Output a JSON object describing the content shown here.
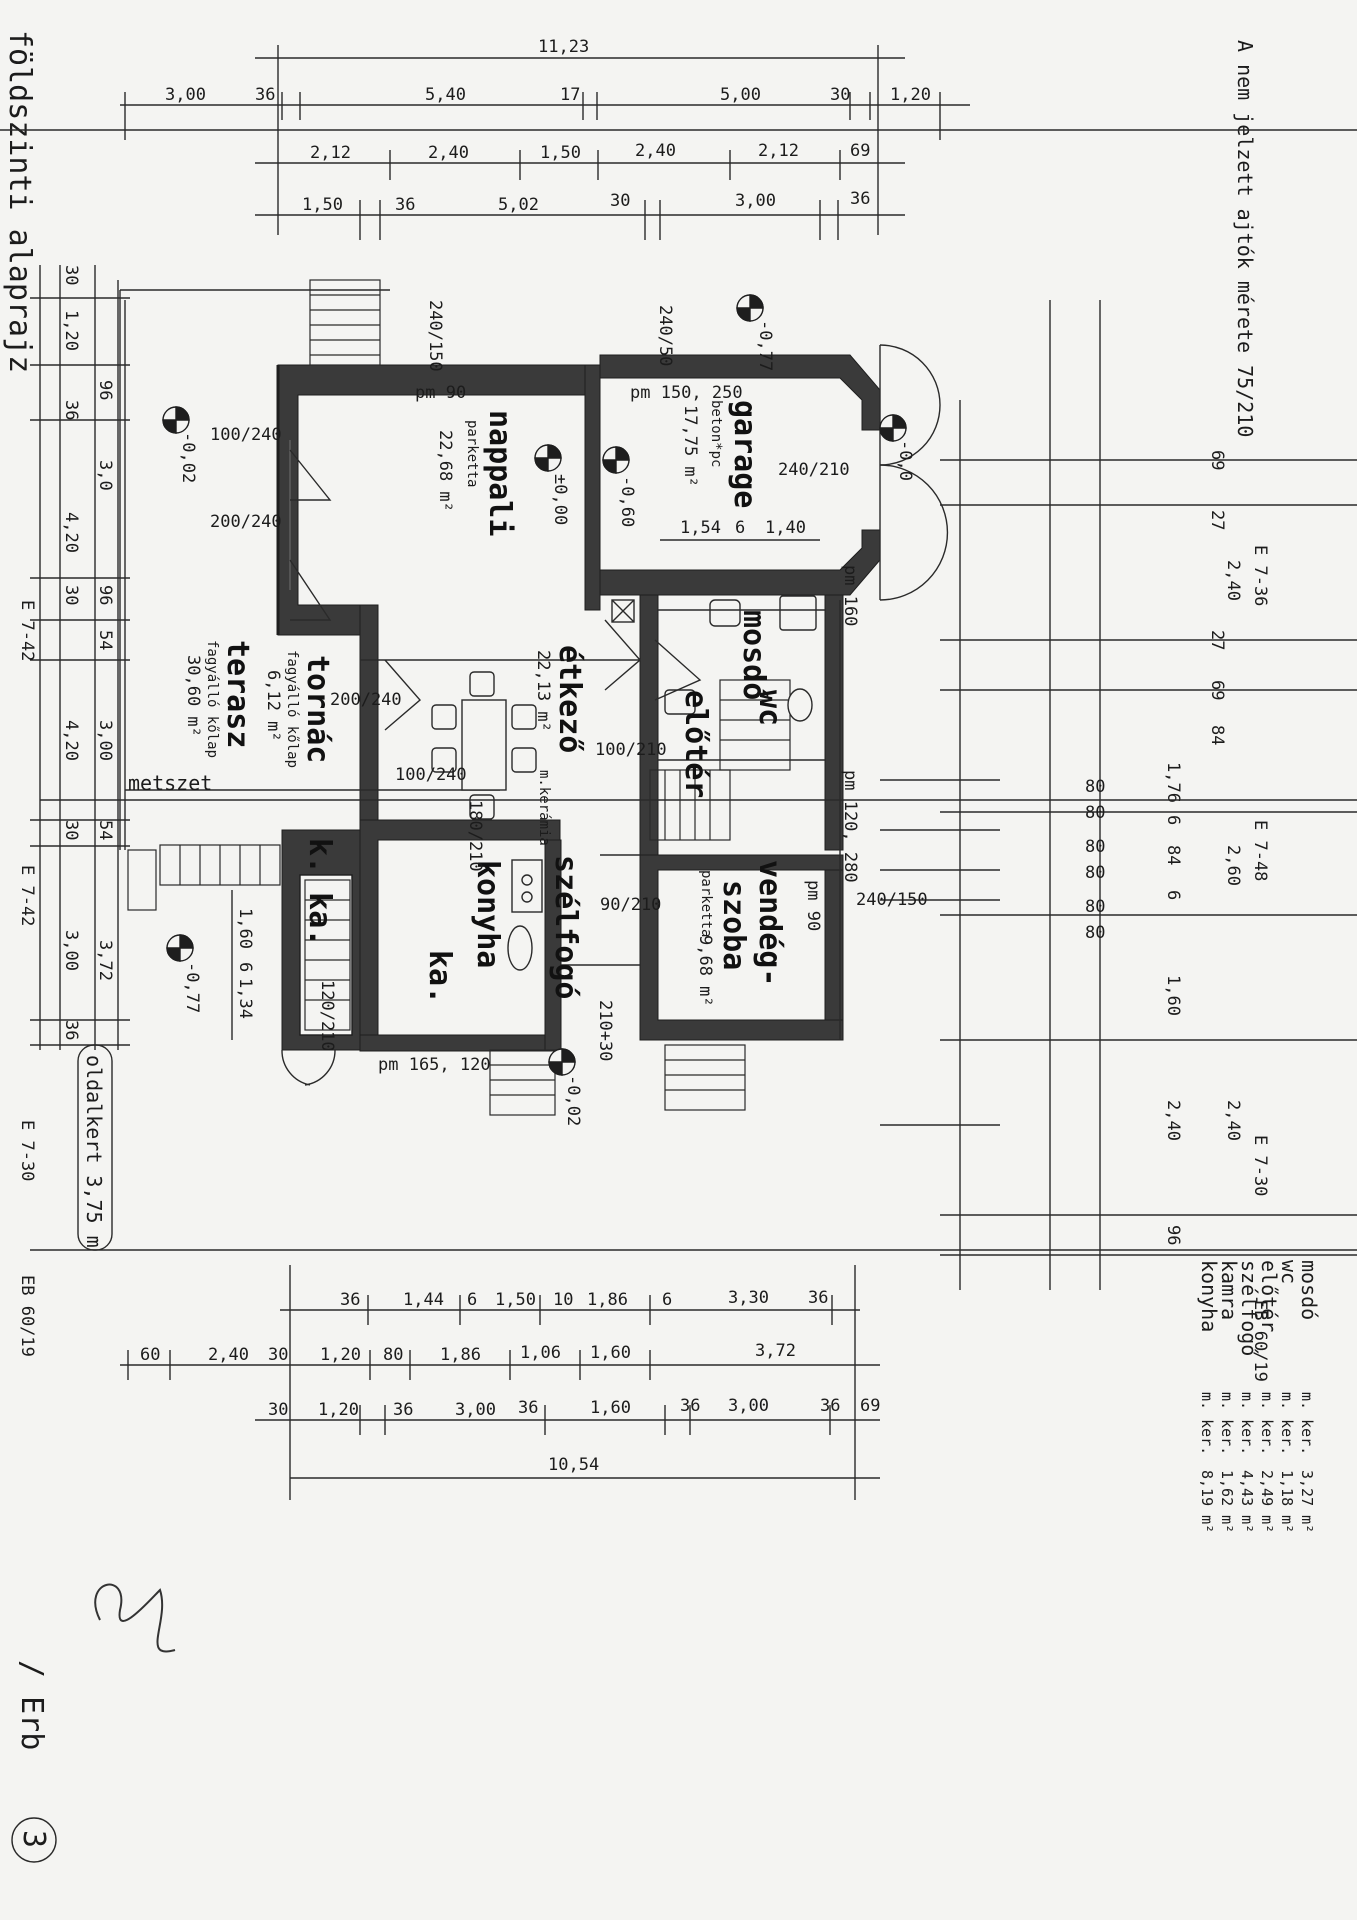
{
  "drawing": {
    "title": "földszinti alaprajz",
    "sheet_code": "/ Erb",
    "sheet_number": "3",
    "door_note": "A nem jelzett ajtók mérete 75/210",
    "section_label": "metszet",
    "side_garden": "oldalkert 3,75 m"
  },
  "rooms": {
    "nappali": {
      "name": "nappali",
      "floor": "parketta",
      "area": "22,68 m²",
      "level": "±0,00"
    },
    "garage": {
      "name": "garage",
      "floor": "beton*pc",
      "area": "17,75 m²",
      "level": "-0,60"
    },
    "etkezo": {
      "name": "étkező",
      "floor": "m.kerámia",
      "area": "22,13 m²"
    },
    "mosdo": {
      "name": "mosdó",
      "wc": "wc"
    },
    "eloter": {
      "name": "előtér"
    },
    "konyha": {
      "name": "konyha"
    },
    "szelfogo": {
      "name": "szélfogó"
    },
    "vendeg": {
      "name1": "vendég-",
      "name2": "szoba",
      "floor": "parketta",
      "area": "9,68 m²"
    },
    "tornac": {
      "name": "tornác",
      "floor": "fagyálló kőlap",
      "area": "6,12 m²"
    },
    "terasz": {
      "name": "terasz",
      "floor": "fagyálló kőlap",
      "area": "30,60 m²"
    },
    "kamra1": {
      "name": "k. ka."
    },
    "kamra2": {
      "name": "ka."
    }
  },
  "levels": {
    "terrace": "-0,02",
    "entrance": "-0,02",
    "left": "-0,77",
    "top": "-0,77",
    "door": "-0,0"
  },
  "openings": {
    "a": "100/240",
    "b": "200/240",
    "c": "200/240",
    "d": "100/240",
    "e": "240/210",
    "f": "100/210",
    "g": "240/150",
    "h": "90/210",
    "i": "210+30",
    "j": "120/210",
    "k": "180/210",
    "l": "pm 90",
    "m": "pm 150, 250",
    "n": "pm 160",
    "o": "pm 120, 280",
    "p": "pm 165, 120",
    "q": "pm 90",
    "r": "240/150",
    "s": "240/50"
  },
  "dims_top": {
    "overall": "11,23",
    "row1": [
      "3,00",
      "36",
      "5,40",
      "17",
      "5,00",
      "30",
      "1,20"
    ],
    "row2": [
      "2,12",
      "2,40",
      "1,50",
      "2,40",
      "2,12",
      "69"
    ],
    "row3": [
      "1,50",
      "36",
      "5,02",
      "30",
      "3,00",
      "36"
    ]
  },
  "dims_left": {
    "a": [
      "30",
      "1,20",
      "36",
      "3,0",
      "4,20",
      "30",
      "4,20",
      "30",
      "3,00",
      "36"
    ],
    "b": [
      "96",
      "96",
      "54",
      "3,00",
      "54",
      "3,72"
    ],
    "marks": [
      "E 7-42",
      "E 7-42",
      "E 7-30",
      "EB 60/19"
    ]
  },
  "dims_right": {
    "a": [
      "69",
      "27",
      "2,40",
      "27",
      "69",
      "84",
      "1,76",
      "6",
      "84",
      "6",
      "2,60",
      "2,40"
    ],
    "b": [
      "80",
      "80",
      "80",
      "80",
      "80",
      "80"
    ],
    "c": [
      "1,60",
      "2,40",
      "96"
    ],
    "marks": [
      "E 7-36",
      "E 7-48",
      "E 7-30",
      "EB 60/19"
    ],
    "inner": [
      "1,54",
      "6",
      "1,40"
    ],
    "small": [
      "1,60",
      "6",
      "1,34"
    ]
  },
  "dims_bottom": {
    "row1": [
      "36",
      "1,44",
      "6",
      "1,50",
      "10",
      "1,86",
      "6",
      "3,30",
      "36"
    ],
    "row2": [
      "60",
      "2,40",
      "30",
      "1,20",
      "80",
      "1,86",
      "1,06",
      "1,60",
      "3,72"
    ],
    "row3": [
      "30",
      "1,20",
      "36",
      "3,00",
      "36",
      "1,60",
      "36",
      "3,00",
      "36",
      "69"
    ],
    "overall": "10,54"
  },
  "legend": [
    {
      "room": "mosdó",
      "floor": "m. ker.",
      "area": "3,27 m²"
    },
    {
      "room": "wc",
      "floor": "m. ker.",
      "area": "1,18 m²"
    },
    {
      "room": "előtér",
      "floor": "m. ker.",
      "area": "2,49 m²"
    },
    {
      "room": "szélfogó",
      "floor": "m. ker.",
      "area": "4,43 m²"
    },
    {
      "room": "kamra",
      "floor": "m. ker.",
      "area": "1,62 m²"
    },
    {
      "room": "konyha",
      "floor": "m. ker.",
      "area": "8,19 m²"
    }
  ]
}
